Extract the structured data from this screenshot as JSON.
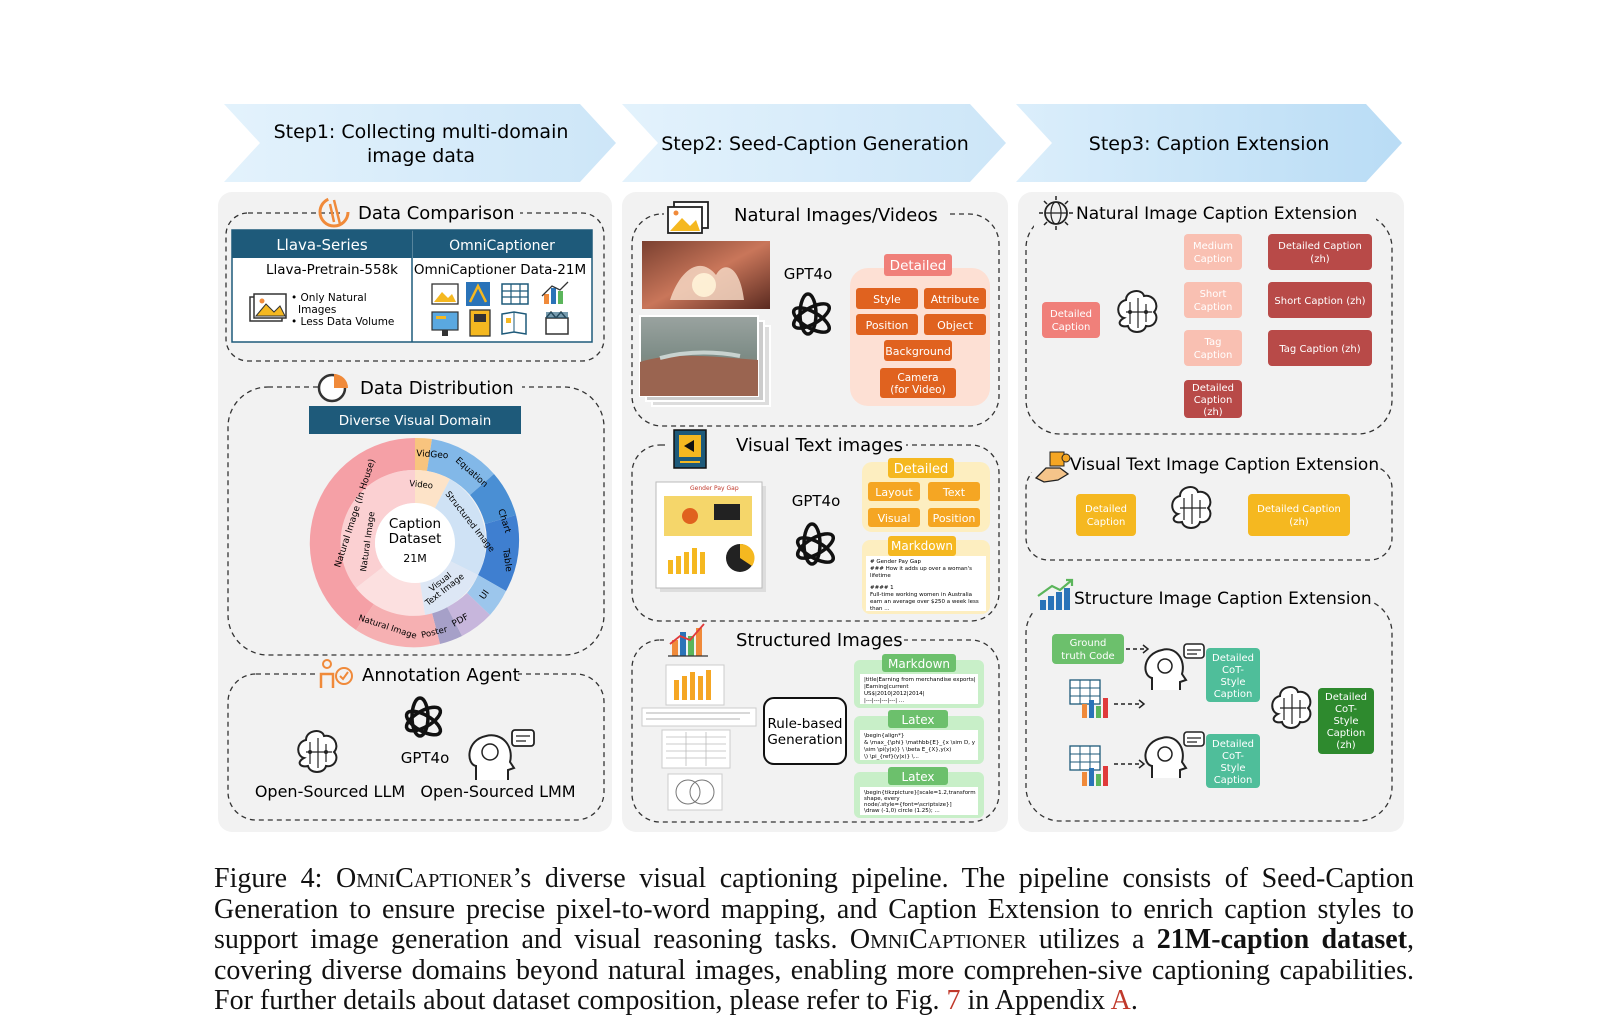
{
  "steps": [
    {
      "line1": "Step1: Collecting multi-domain",
      "line2": "image data"
    },
    {
      "label": "Step2: Seed-Caption Generation"
    },
    {
      "label": "Step3: Caption Extension"
    }
  ],
  "col1": {
    "data_comparison": {
      "title": "Data Comparison",
      "left_header": "Llava-Series",
      "right_header": "OmniCaptioner",
      "left_name": "Llava-Pretrain-558k",
      "bullet1a": "• Only Natural",
      "bullet1b": "Images",
      "bullet2": "• Less Data Volume",
      "right_name": "OmniCaptioner Data-21M"
    },
    "data_distribution": {
      "title": "Data Distribution",
      "banner": "Diverse Visual Domain",
      "center1": "Caption",
      "center2": "Dataset",
      "center3": "21M",
      "segments": {
        "natural_inhouse": "Natural Image (In House)",
        "natural_inner": "Natural Image",
        "vidgeo": "VidGeo",
        "video": "Video",
        "equation": "Equation",
        "structured": "Structured Image",
        "chart": "Chart",
        "table": "Table",
        "ui": "UI",
        "visual_text_a": "Visual",
        "visual_text_b": "Text Image",
        "pdf": "PDF",
        "poster": "Poster",
        "natural_bottom": "Natural Image"
      }
    },
    "annotation_agent": {
      "title": "Annotation Agent",
      "gpt": "GPT4o",
      "llm": "Open-Sourced LLM",
      "lmm": "Open-Sourced LMM"
    }
  },
  "col2": {
    "natural": {
      "title": "Natural Images/Videos",
      "gpt": "GPT4o",
      "detailed": "Detailed",
      "tags": [
        "Style",
        "Attribute",
        "Position",
        "Object",
        "Background"
      ],
      "camera1": "Camera",
      "camera2": "(for Video)"
    },
    "visual_text": {
      "title": "Visual Text images",
      "gpt": "GPT4o",
      "detailed": "Detailed",
      "tags": [
        "Layout",
        "Text",
        "Visual",
        "Position"
      ],
      "markdown": "Markdown",
      "md_lines": [
        "# Gender Pay Gap",
        "### How it adds up over a woman's",
        "lifetime",
        "",
        "#### 1",
        "Full-time working women in Australia",
        "earn an average over $250 a week less",
        "than ..."
      ],
      "thumb_title": "Gender Pay Gap"
    },
    "structured": {
      "title": "Structured Images",
      "rule1": "Rule-based",
      "rule2": "Generation",
      "markdown": "Markdown",
      "md_lines": [
        "|title|Earning from merchandise exports|",
        "|Earning|current",
        "US$|2010|2012|2014|",
        "|---|---|---|---| ..."
      ],
      "latex1": "Latex",
      "latex1_lines": [
        "\\begin{align*}",
        "& \\max_{\\phi} \\mathbb{E}_{x \\sim D, y",
        "\\sim \\pi(y|x)} \\ \\beta E_{X},y(x)",
        "\\) \\pi_{ref}(y|x)} \\..."
      ],
      "latex2": "Latex",
      "latex2_lines": [
        "\\begin{tikzpicture}[scale=1.2,transform",
        "shape, every",
        "node/.style={font=\\scriptsize}]",
        "\\draw (-1,0) circle (1.25); ..."
      ]
    }
  },
  "col3": {
    "natural_ext": {
      "title": "Natural Image Caption Extension",
      "detailed1": "Detailed",
      "detailed2": "Caption",
      "medium1": "Medium",
      "medium2": "Caption",
      "short1": "Short",
      "short2": "Caption",
      "tag1": "Tag",
      "tag2": "Caption",
      "dzh1": "Detailed",
      "dzh2": "Caption",
      "dzh3": "(zh)",
      "r1a": "Detailed Caption",
      "r1b": "(zh)",
      "r2": "Short Caption (zh)",
      "r3": "Tag Caption (zh)"
    },
    "visual_ext": {
      "title": "Visual Text Image Caption Extension",
      "left1": "Detailed",
      "left2": "Caption",
      "right1": "Detailed Caption",
      "right2": "(zh)"
    },
    "structure_ext": {
      "title": "Structure Image Caption Extension",
      "gt1": "Ground",
      "gt2": "truth Code",
      "cot": [
        "Detailed",
        "CoT-",
        "Style",
        "Caption"
      ],
      "cot_zh": [
        "Detailed",
        "CoT-",
        "Style",
        "Caption",
        "(zh)"
      ]
    }
  },
  "caption": {
    "fig": "Figure 4:",
    "name_a": "Omni",
    "name_b": "Captioner",
    "t1": "’s diverse visual captioning pipeline.  The pipeline consists of Seed-Caption Generation to ensure precise pixel-to-word mapping, and Caption Extension to enrich caption styles to support image generation and visual reasoning tasks.",
    "t2": "utilizes a",
    "bold": "21M-caption dataset",
    "t3": ", covering diverse domains beyond natural images, enabling more comprehen-sive captioning capabilities. For further details about dataset composition, please refer to Fig.",
    "ref1": "7",
    "t4": "in Appendix",
    "ref2": "A",
    "t5": "."
  },
  "colors": {
    "navy": "#1e5a7a",
    "orange": "#e0621f",
    "salmon": "#f0807a",
    "maroon": "#b84a48",
    "yellow": "#f5b820",
    "green": "#6cc06c",
    "teal": "#4fbe9a",
    "darkgreen": "#2e8a2e"
  }
}
